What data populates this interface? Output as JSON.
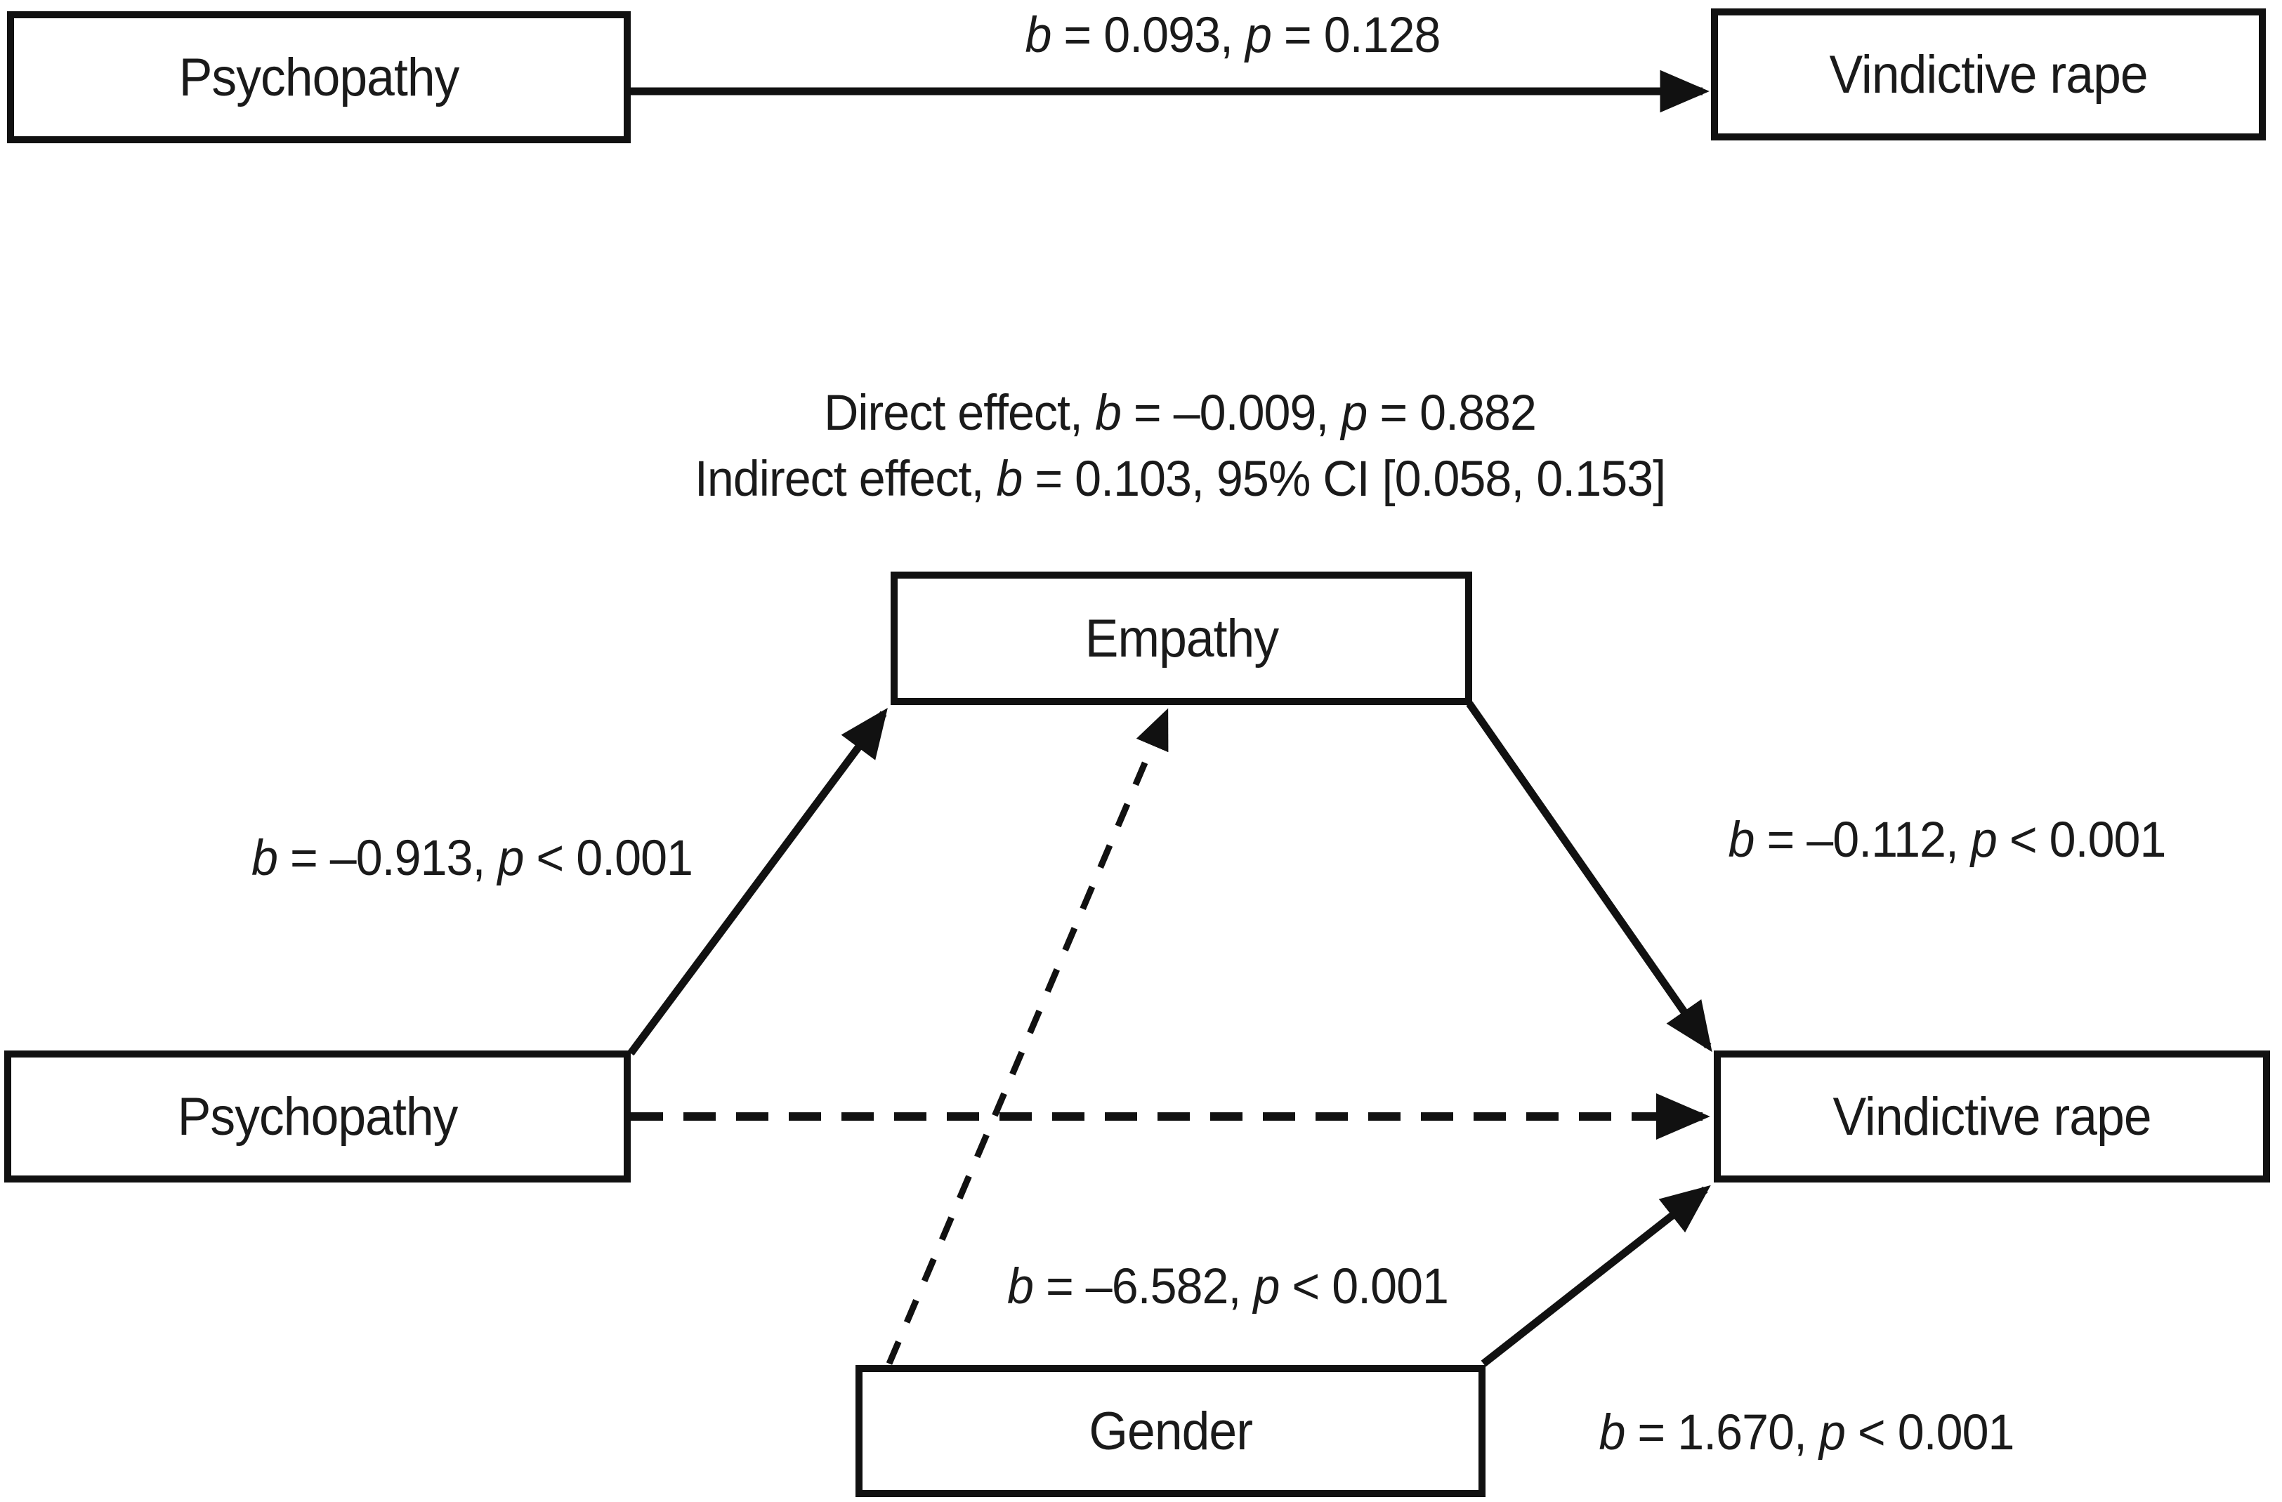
{
  "figure": {
    "type": "mediation-path-diagram",
    "colors": {
      "background": "#ffffff",
      "line": "#111111",
      "box_border": "#111111",
      "box_fill": "#ffffff",
      "text": "#1a1a1a"
    },
    "total_effect_model": {
      "predictor_box": "Psychopathy",
      "outcome_box": "Vindictive rape",
      "path_label": {
        "var1": "b",
        "mid": " = 0.093, ",
        "var2": "p",
        "end": " = 0.128"
      }
    },
    "mediation_model": {
      "direct_effect_line": {
        "pre": "Direct effect, ",
        "var1": "b",
        "mid": " = –0.009, ",
        "var2": "p",
        "end": " = 0.882"
      },
      "indirect_effect_line": {
        "pre": "Indirect effect, ",
        "var1": "b",
        "mid": " = 0.103, 95% CI [0.058, 0.153]"
      },
      "predictor_box": "Psychopathy",
      "mediator_box": "Empathy",
      "outcome_box": "Vindictive rape",
      "covariate_box": "Gender",
      "path_labels": {
        "predictor_to_mediator": {
          "var1": "b",
          "mid": " = –0.913, ",
          "var2": "p",
          "end": " < 0.001"
        },
        "mediator_to_outcome": {
          "var1": "b",
          "mid": " = –0.112, ",
          "var2": "p",
          "end": " < 0.001"
        },
        "covariate_to_mediator": {
          "var1": "b",
          "mid": " = –6.582, ",
          "var2": "p",
          "end": " < 0.001"
        },
        "covariate_to_outcome": {
          "var1": "b",
          "mid": " = 1.670, ",
          "var2": "p",
          "end": " < 0.001"
        }
      }
    }
  }
}
